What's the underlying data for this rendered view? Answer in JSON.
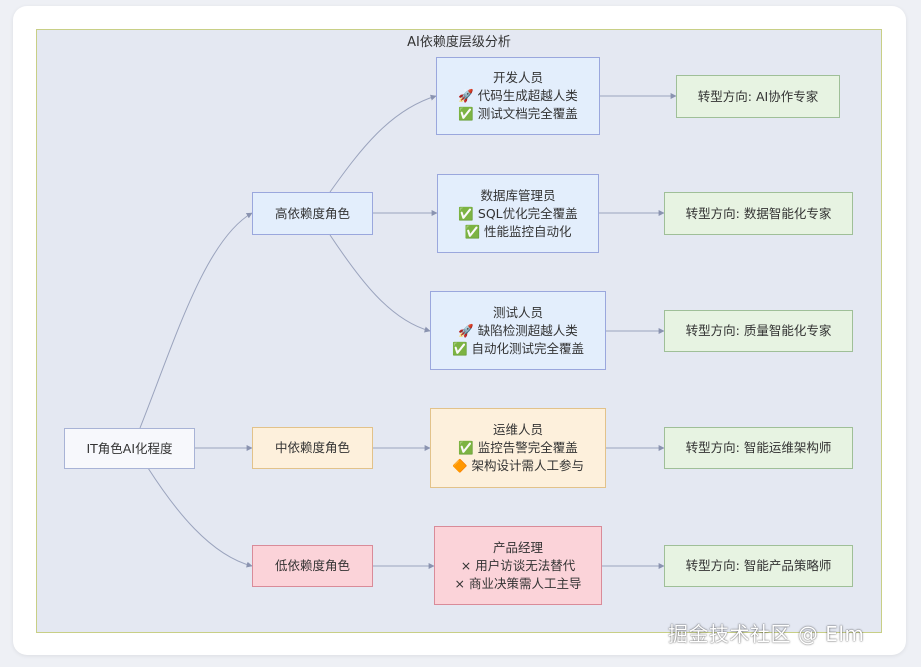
{
  "diagram": {
    "title": "AI依赖度层级分析",
    "root": "IT角色AI化程度",
    "levels": {
      "high": "高依赖度角色",
      "mid": "中依赖度角色",
      "low": "低依赖度角色"
    },
    "roles": {
      "dev": {
        "title": "开发人员",
        "line1": "🚀 代码生成超越人类",
        "line2": "✅ 测试文档完全覆盖"
      },
      "dba": {
        "title": "数据库管理员",
        "line1": "✅ SQL优化完全覆盖",
        "line2": "✅ 性能监控自动化"
      },
      "qa": {
        "title": "测试人员",
        "line1": "🚀 缺陷检测超越人类",
        "line2": "✅ 自动化测试完全覆盖"
      },
      "ops": {
        "title": "运维人员",
        "line1": "✅ 监控告警完全覆盖",
        "line2": "🔶 架构设计需人工参与"
      },
      "pm": {
        "title": "产品经理",
        "line1": "× 用户访谈无法替代",
        "line2": "× 商业决策需人工主导"
      }
    },
    "transitions": {
      "dev": "转型方向: AI协作专家",
      "dba": "转型方向: 数据智能化专家",
      "qa": "转型方向: 质量智能化专家",
      "ops": "转型方向: 智能运维架构师",
      "pm": "转型方向: 智能产品策略师"
    },
    "colors": {
      "edge": "#8a93b0",
      "high": "#e3eefc",
      "mid": "#fdf0dc",
      "low": "#fbd3d9",
      "transition": "#e7f3e2"
    }
  },
  "watermark": "掘金技术社区 @ Elm"
}
